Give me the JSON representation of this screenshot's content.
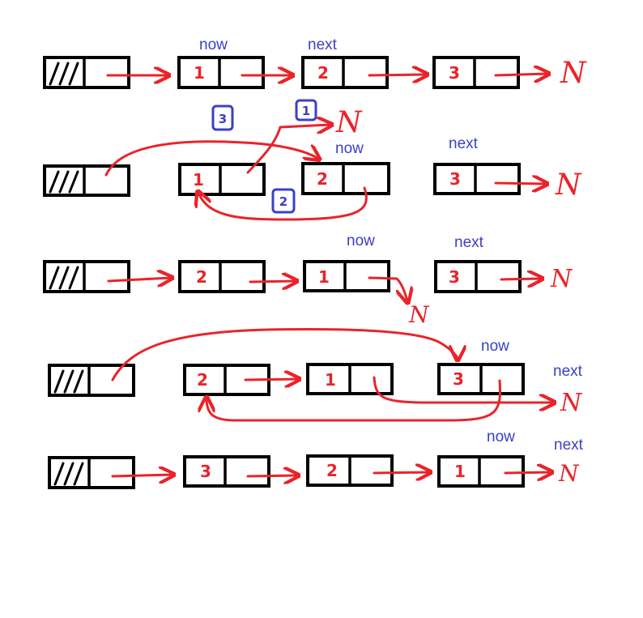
{
  "nil_text": "N",
  "labels": {
    "now": "now",
    "next": "next"
  },
  "steps": [
    "1",
    "2",
    "3"
  ],
  "rows": [
    {
      "nodes": [
        "1",
        "2",
        "3"
      ],
      "now_label": "now",
      "next_label": "next"
    },
    {
      "nodes": [
        "1",
        "2",
        "3"
      ],
      "now_label": "now",
      "next_label": "next"
    },
    {
      "nodes": [
        "2",
        "1",
        "3"
      ],
      "now_label": "now",
      "next_label": "next"
    },
    {
      "nodes": [
        "2",
        "1",
        "3"
      ],
      "now_label": "now",
      "next_label": "next"
    },
    {
      "nodes": [
        "3",
        "2",
        "1"
      ],
      "now_label": "now",
      "next_label": "next"
    }
  ],
  "colors": {
    "pointer": "#e8242b",
    "label": "#3b40c8",
    "box": "#000000"
  }
}
